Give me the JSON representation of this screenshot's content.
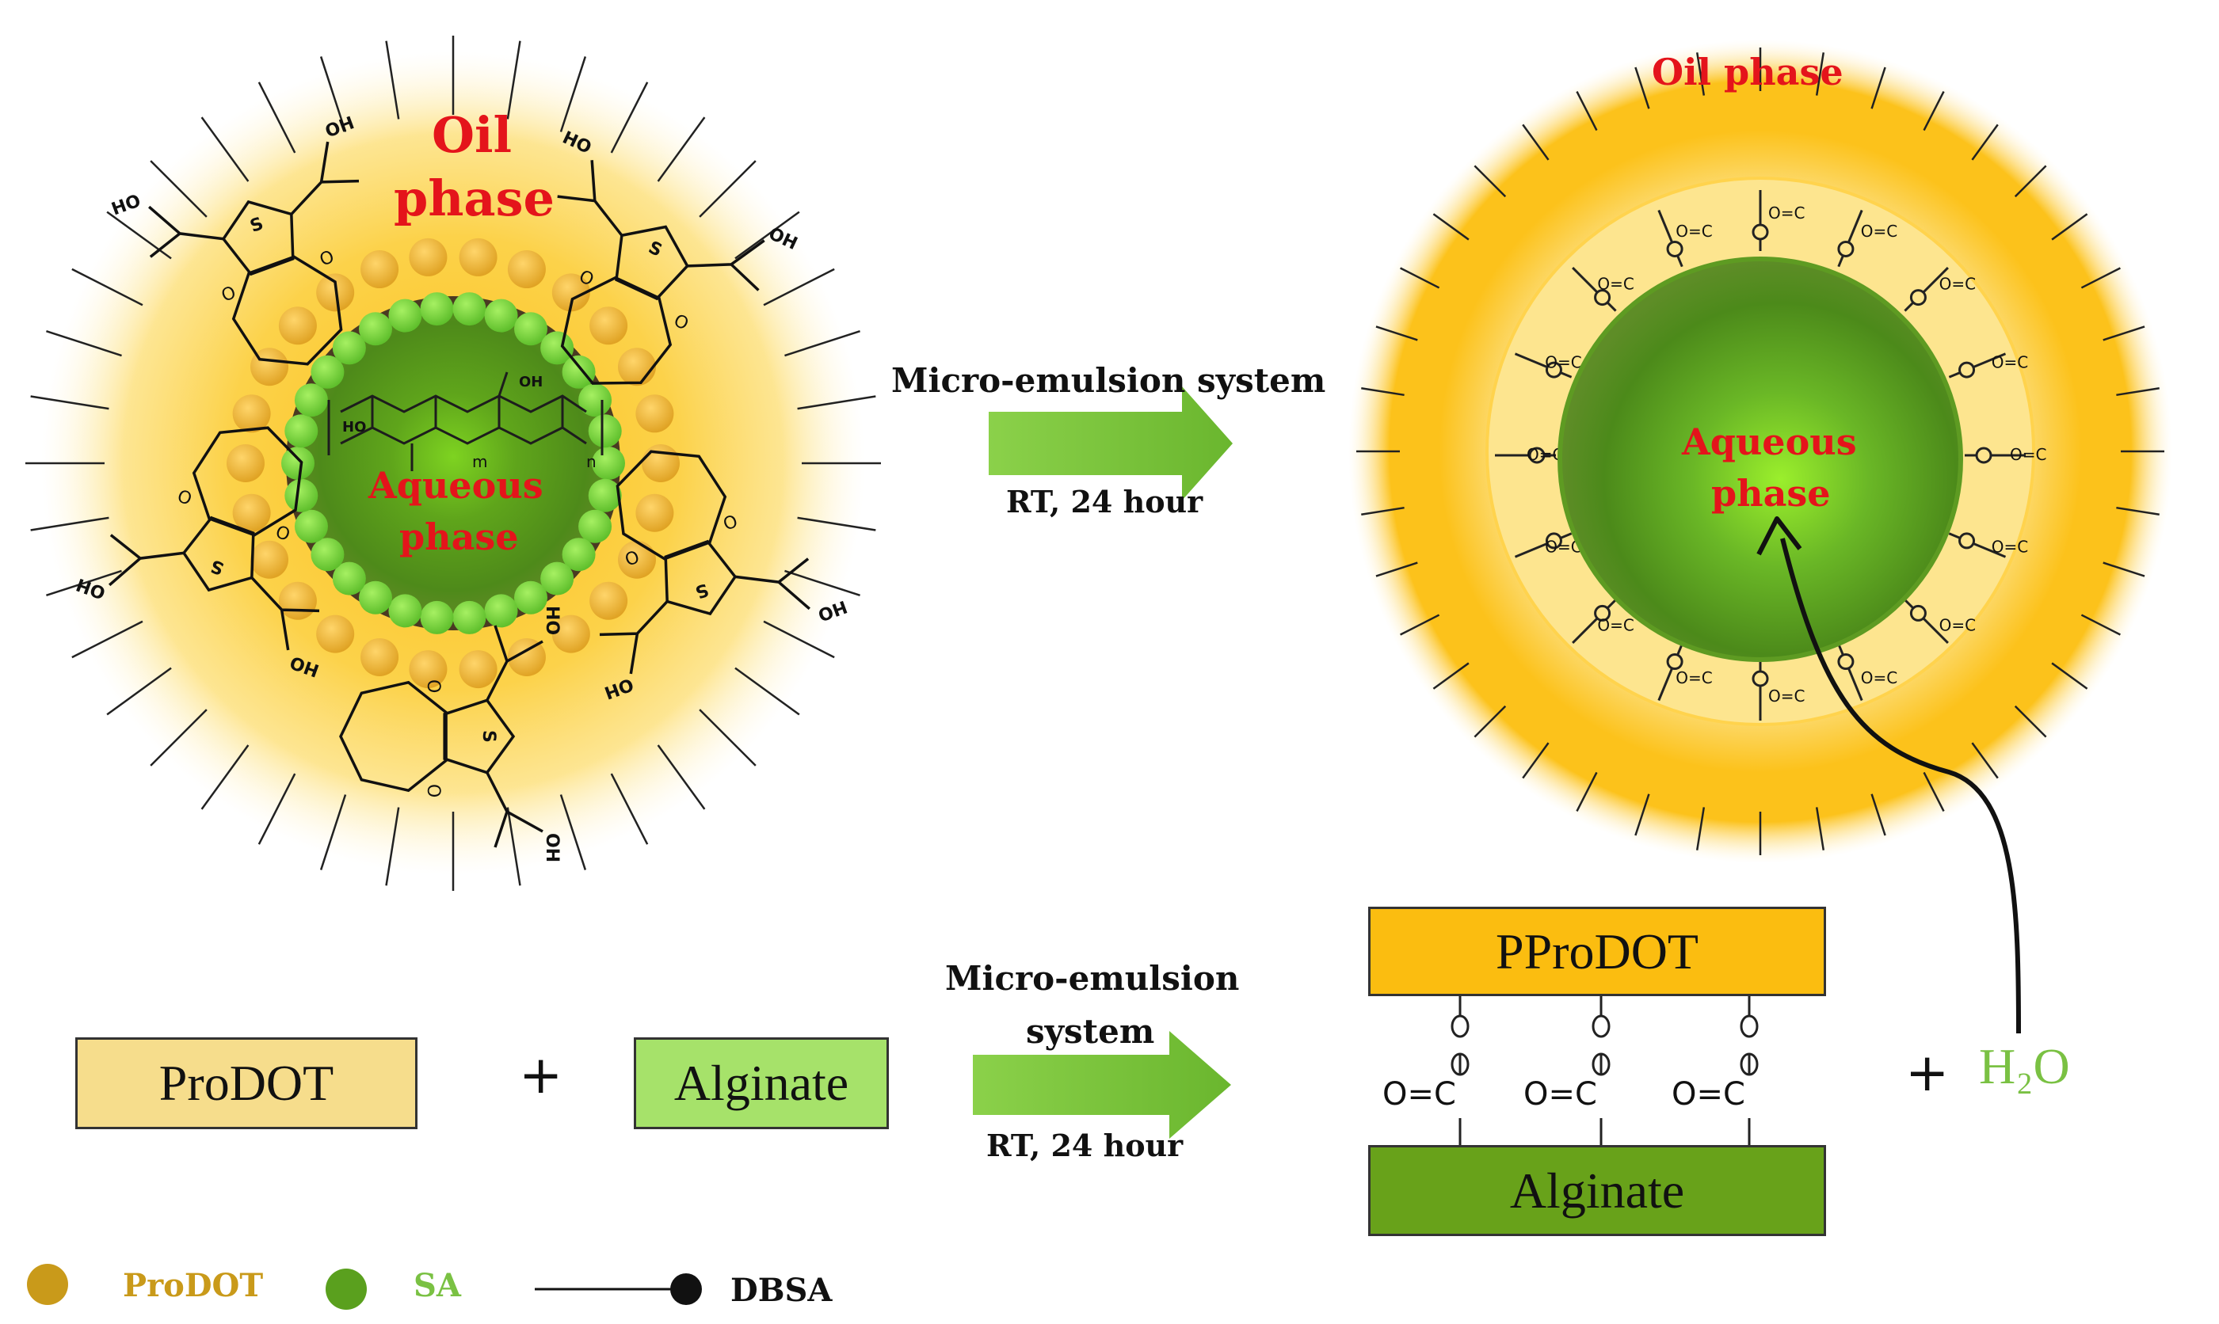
{
  "left_droplet": {
    "oil_label_line1": "Oil",
    "oil_label_line2": "phase",
    "aqueous_label_line1": "Aqueous",
    "aqueous_label_line2": "phase",
    "groups": {
      "oh": "OH",
      "ho": "HO",
      "s": "S",
      "o": "O",
      "m": "m",
      "n": "n"
    }
  },
  "top_arrow": {
    "label_above": "Micro-emulsion  system",
    "label_below": "RT, 24 hour"
  },
  "right_droplet": {
    "oil_label": "Oil phase",
    "aqueous_label_line1": "Aqueous",
    "aqueous_label_line2": "phase",
    "groups": {
      "carbonyl": "O=C",
      "o": "O",
      "c": "C"
    }
  },
  "equation": {
    "reactant1": "ProDOT",
    "plus1": "+",
    "reactant2": "Alginate",
    "arrow_label_line1": "Micro-emulsion",
    "arrow_label_line2": "system",
    "arrow_label_below": "RT, 24 hour",
    "product_top": "PProDOT",
    "product_bottom": "Alginate",
    "link_o": "O",
    "link_co": "O=C",
    "plus2": "+",
    "byproduct": "H₂O"
  },
  "legend": {
    "prodot": "ProDOT",
    "sa": "SA",
    "dbsa": "DBSA"
  },
  "colors": {
    "oil_yellow": "#fcc21b",
    "alginate_green": "#6aa521",
    "arrow_green": "#7ac143",
    "label_red": "#e4141b",
    "prodot_gold": "#c99a1a",
    "h2o_green": "#7ac143",
    "prodot_box": "#f6dd8c",
    "alginate_box_light": "#a6e26a",
    "pprodot_box": "#fbbd10",
    "alginate_box_dark": "#68a21a"
  }
}
